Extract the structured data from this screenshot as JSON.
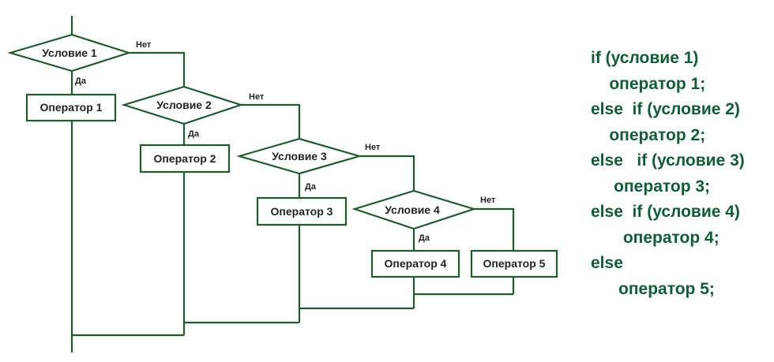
{
  "flowchart": {
    "conditions": [
      "Условие 1",
      "Условие 2",
      "Условие 3",
      "Условие 4"
    ],
    "operators": [
      "Оператор 1",
      "Оператор 2",
      "Оператор 3",
      "Оператор 4",
      "Оператор 5"
    ],
    "yes_label": "Да",
    "no_label": "Нет",
    "line_color": "#1d5a2c",
    "text_color": "#222222"
  },
  "code": {
    "color": "#0f5d32",
    "lines": [
      "if (условие 1)",
      "    оператор 1;",
      "else  if (условие 2)",
      "    оператор 2;",
      "else   if (условие 3)",
      "     оператор 3;",
      "else  if (условие 4)",
      "       оператор 4;",
      "else",
      "      оператор 5;"
    ]
  }
}
